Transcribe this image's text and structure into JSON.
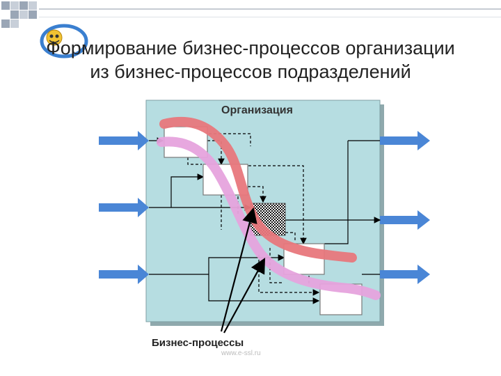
{
  "title": {
    "line1": "Формирование бизнес-процессов организации",
    "line2": "из бизнес-процессов подразделений"
  },
  "diagram": {
    "organization_label": "Организация",
    "business_processes_label": "Бизнес-процессы",
    "watermark": "www.e-ssl.ru"
  },
  "colors": {
    "org_fill": "#b6dde1",
    "arrow_blue": "#4a86d6",
    "process_red": "#e8777c",
    "process_pink": "#e6a3dd",
    "logo_blue": "#3a7fd0"
  },
  "icons": [
    "smiley-logo-icon"
  ]
}
